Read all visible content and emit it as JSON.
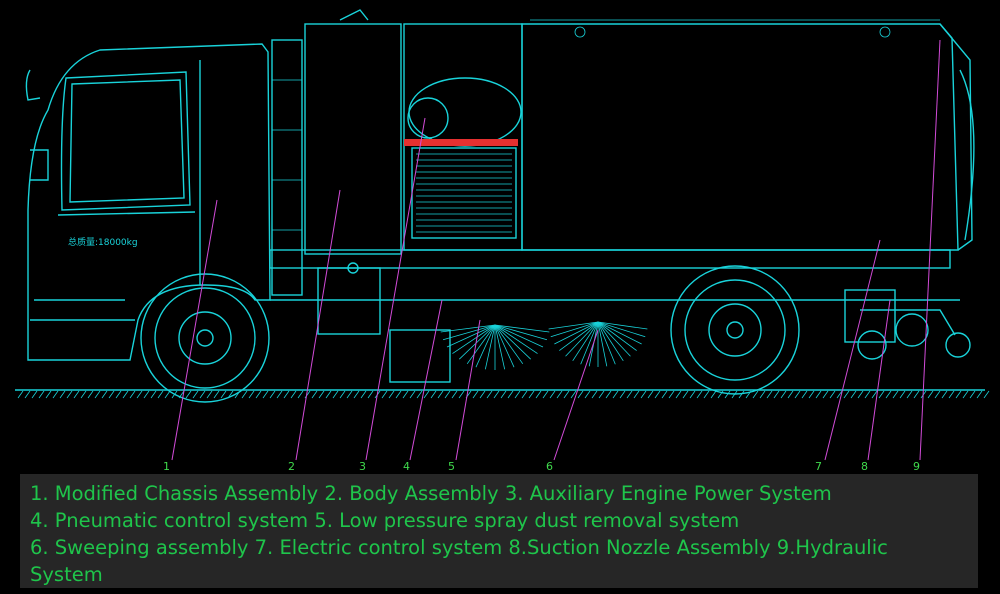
{
  "numbers": [
    "1",
    "2",
    "3",
    "4",
    "5",
    "6",
    "7",
    "8",
    "9"
  ],
  "vehicle_text": "总质量:18000kg",
  "legend": [
    "1. Modified Chassis Assembly 2. Body Assembly 3. Auxiliary Engine Power System",
    "4. Pneumatic  control system 5. Low pressure spray dust removal system",
    "6. Sweeping assembly 7. Electric control system 8.Suction Nozzle Assembly 9.Hydraulic",
    "System"
  ],
  "colors": {
    "line": "#19d3da",
    "leader": "#d24bd8",
    "label": "#3fd94c",
    "accent": "#e53030",
    "legend_bg": "#262626"
  }
}
